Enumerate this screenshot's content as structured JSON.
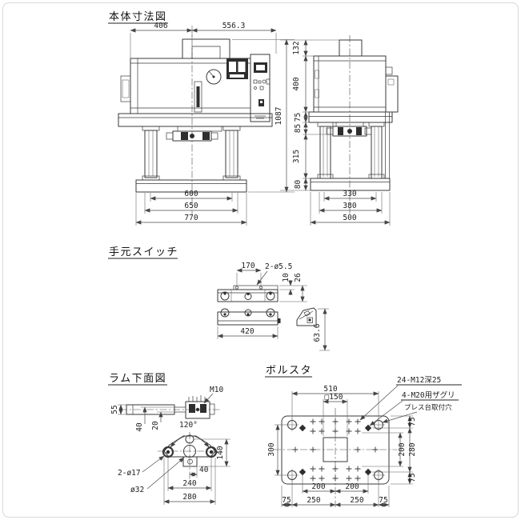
{
  "colors": {
    "line": "#3a3a3a",
    "dim_line": "#4a4a4a",
    "text": "#222222",
    "dark_fill": "#2e2e2e",
    "frame_border": "#d7d7d7",
    "background": "#ffffff"
  },
  "body": {
    "title": "本体寸法図",
    "front": {
      "d406": "406",
      "d556": "556.3",
      "d600": "600",
      "d650": "650",
      "d770": "770"
    },
    "side": {
      "d1087": "1087",
      "d132": "132",
      "d400": "400",
      "d75": "75",
      "d85": "85",
      "d315": "315",
      "d80": "80",
      "d330": "330",
      "d380": "380",
      "d500": "500"
    }
  },
  "hand_switch": {
    "title": "手元スイッチ",
    "d170": "170",
    "holes": "2-ø5.5",
    "d10": "10",
    "d26": "26",
    "d420": "420",
    "d636": "63.6"
  },
  "ram": {
    "title": "ラム下面図",
    "m10": "M10",
    "d55": "55",
    "d40v": "40",
    "d20": "20",
    "angle": "120°",
    "d140": "140",
    "holes": "2-ø17",
    "boss": "ø32",
    "d40": "40",
    "d240": "240",
    "d280": "280"
  },
  "bolster": {
    "title": "ボルスタ",
    "d510": "510",
    "sq150": "□150",
    "m12": "24-M12深25",
    "m20": "4-M20用ザグリ",
    "mount": "プレス台取付穴",
    "d300": "300",
    "d75t": "75",
    "d280r": "280",
    "d75b": "75",
    "d200r": "200",
    "d200a": "200",
    "d200b": "200",
    "d75l": "75",
    "d250a": "250",
    "d250b": "250",
    "d75r": "75"
  }
}
